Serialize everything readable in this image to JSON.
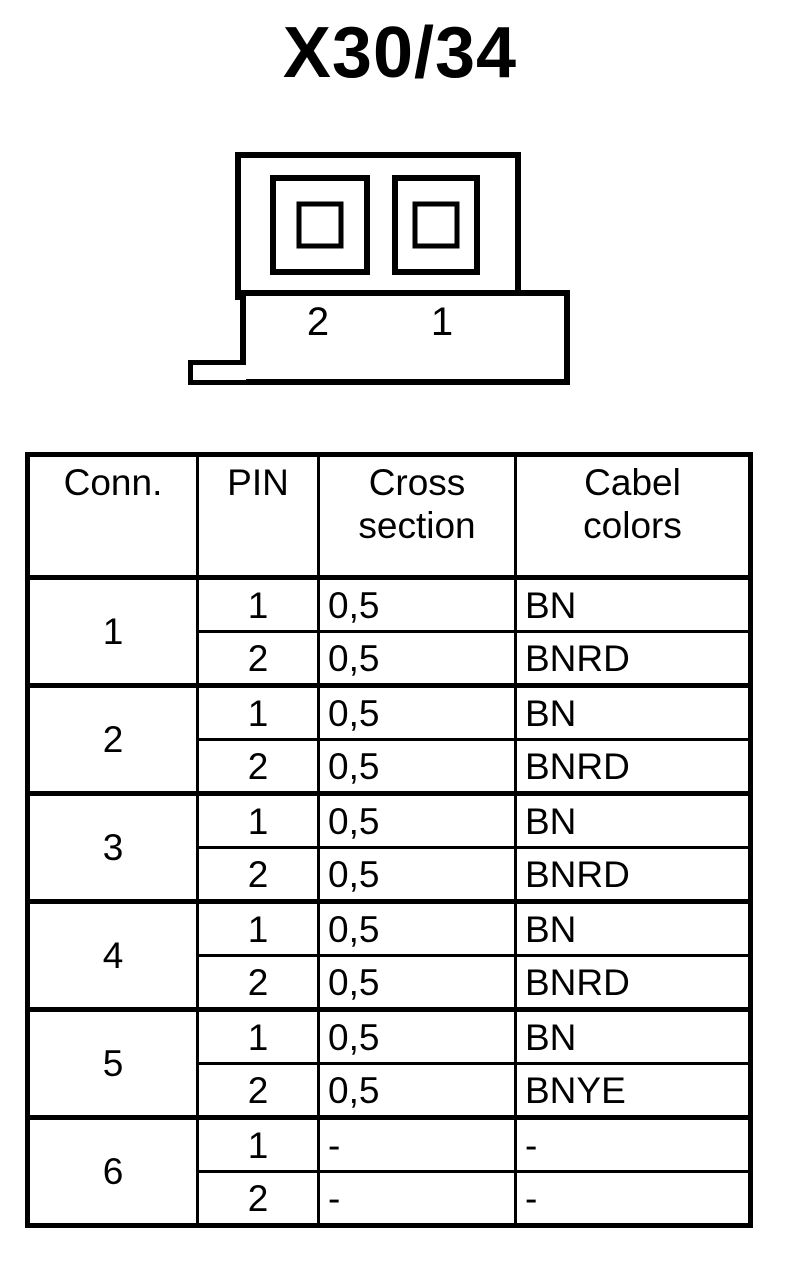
{
  "title": "X30/34",
  "connector": {
    "name": "2-way connector pinout",
    "pins": [
      {
        "label": "2"
      },
      {
        "label": "1"
      }
    ]
  },
  "table": {
    "headers": {
      "conn": "Conn.",
      "pin": "PIN",
      "cross_line1": "Cross",
      "cross_line2": "section",
      "color_line1": "Cabel",
      "color_line2": "colors"
    },
    "groups": [
      {
        "conn": "1",
        "rows": [
          {
            "pin": "1",
            "cross": "0,5",
            "color": "BN"
          },
          {
            "pin": "2",
            "cross": "0,5",
            "color": "BNRD"
          }
        ]
      },
      {
        "conn": "2",
        "rows": [
          {
            "pin": "1",
            "cross": "0,5",
            "color": "BN"
          },
          {
            "pin": "2",
            "cross": "0,5",
            "color": "BNRD"
          }
        ]
      },
      {
        "conn": "3",
        "rows": [
          {
            "pin": "1",
            "cross": "0,5",
            "color": "BN"
          },
          {
            "pin": "2",
            "cross": "0,5",
            "color": "BNRD"
          }
        ]
      },
      {
        "conn": "4",
        "rows": [
          {
            "pin": "1",
            "cross": "0,5",
            "color": "BN"
          },
          {
            "pin": "2",
            "cross": "0,5",
            "color": "BNRD"
          }
        ]
      },
      {
        "conn": "5",
        "rows": [
          {
            "pin": "1",
            "cross": "0,5",
            "color": "BN"
          },
          {
            "pin": "2",
            "cross": "0,5",
            "color": "BNYE"
          }
        ]
      },
      {
        "conn": "6",
        "rows": [
          {
            "pin": "1",
            "cross": "-",
            "color": "-"
          },
          {
            "pin": "2",
            "cross": "-",
            "color": "-"
          }
        ]
      }
    ]
  },
  "colors": {
    "ink": "#000000",
    "paper": "#ffffff"
  }
}
